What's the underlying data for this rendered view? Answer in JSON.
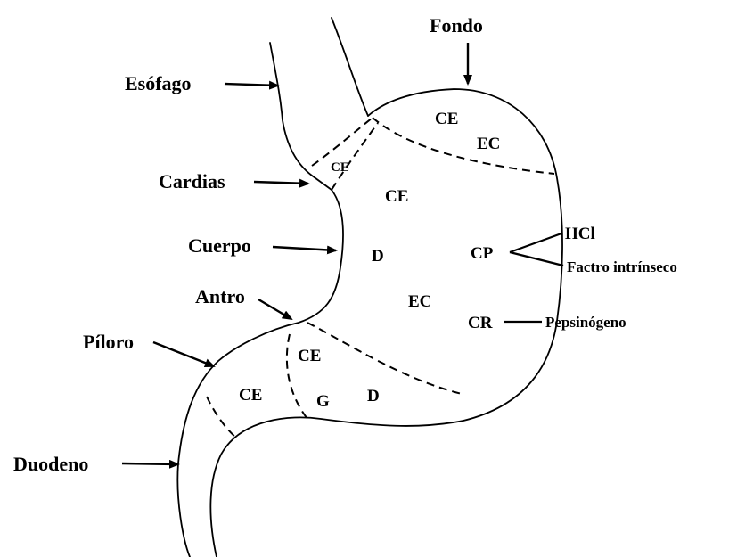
{
  "anatomy_labels": {
    "fondo": "Fondo",
    "esofago": "Esófago",
    "cardias": "Cardias",
    "cuerpo": "Cuerpo",
    "antro": "Antro",
    "piloro": "Píloro",
    "duodeno": "Duodeno"
  },
  "cell_labels": {
    "fundus_ce": "CE",
    "fundus_ec": "EC",
    "cardia_ce": "CE",
    "body_ce": "CE",
    "body_d": "D",
    "body_cp": "CP",
    "body_ec": "EC",
    "body_cr": "CR",
    "antrum_ce_upper": "CE",
    "antrum_g": "G",
    "antrum_d": "D",
    "pylorus_ce": "CE"
  },
  "secretions": {
    "hcl": "HCl",
    "intrinsic_factor": "Factro intrínseco",
    "pepsinogen": "Pepsinógeno"
  }
}
